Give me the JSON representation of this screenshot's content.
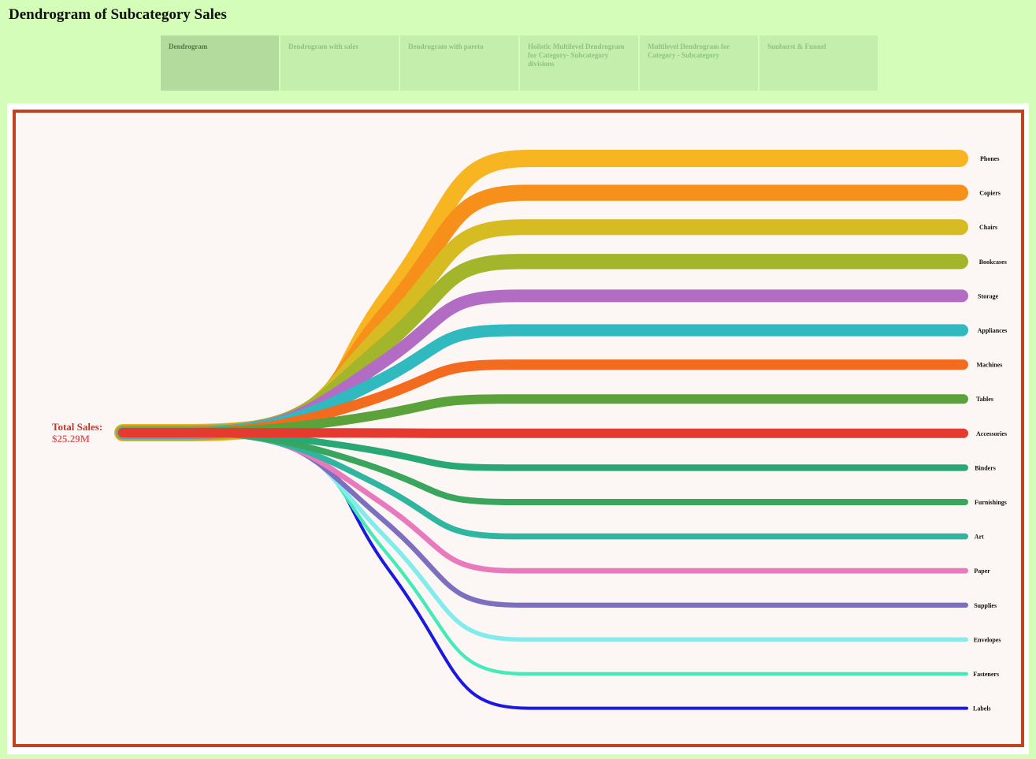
{
  "page": {
    "title": "Dendrogram of Subcategory Sales"
  },
  "tabs": [
    {
      "label": "Dendrogram",
      "active": true
    },
    {
      "label": "Dendrogram with sales",
      "active": false
    },
    {
      "label": "Dendrogram with pareto",
      "active": false
    },
    {
      "label": "Holistic Multilevel Dendrogram for Category- Subcategory divisions",
      "active": false
    },
    {
      "label": "Multilevel Dendrogram for Category - Subcategory",
      "active": false
    },
    {
      "label": "Sunburst & Funnel",
      "active": false
    }
  ],
  "total": {
    "label": "Total Sales:",
    "value": "$25.29M"
  },
  "colors": {
    "frame": "#c0421e",
    "background": "#d3fdb8"
  },
  "chart_data": {
    "type": "dendrogram",
    "root": "Total Sales",
    "leaves": [
      {
        "name": "Phones",
        "color": "#f8b522",
        "weight": 1.0
      },
      {
        "name": "Copiers",
        "color": "#f7901a",
        "weight": 0.92
      },
      {
        "name": "Chairs",
        "color": "#d6bb22",
        "weight": 0.9
      },
      {
        "name": "Bookcases",
        "color": "#a3b52a",
        "weight": 0.87
      },
      {
        "name": "Storage",
        "color": "#b26cc3",
        "weight": 0.7
      },
      {
        "name": "Appliances",
        "color": "#30b9bf",
        "weight": 0.66
      },
      {
        "name": "Machines",
        "color": "#f26b1e",
        "weight": 0.55
      },
      {
        "name": "Tables",
        "color": "#5ba23a",
        "weight": 0.5
      },
      {
        "name": "Accessories",
        "color": "#e53a2f",
        "weight": 0.5
      },
      {
        "name": "Binders",
        "color": "#28a874",
        "weight": 0.32
      },
      {
        "name": "Furnishings",
        "color": "#3aa55c",
        "weight": 0.3
      },
      {
        "name": "Art",
        "color": "#2fb5a0",
        "weight": 0.28
      },
      {
        "name": "Paper",
        "color": "#e879bd",
        "weight": 0.24
      },
      {
        "name": "Supplies",
        "color": "#7d6fbf",
        "weight": 0.22
      },
      {
        "name": "Envelopes",
        "color": "#82ecec",
        "weight": 0.18
      },
      {
        "name": "Fasteners",
        "color": "#45eab8",
        "weight": 0.12
      },
      {
        "name": "Labels",
        "color": "#1b18e0",
        "weight": 0.1
      }
    ]
  }
}
